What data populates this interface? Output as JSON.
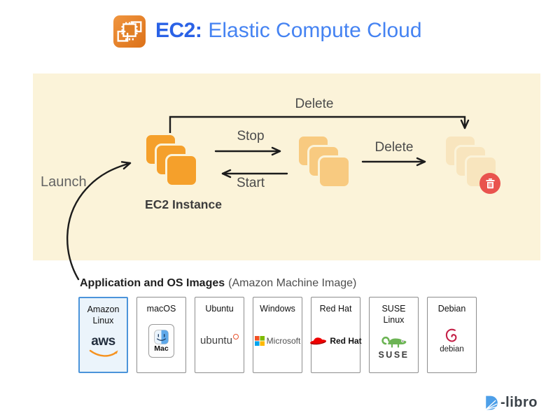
{
  "header": {
    "icon": "ec2-icon",
    "title_bold": "EC2:",
    "title_regular": "Elastic Compute Cloud"
  },
  "lifecycle": {
    "launch": "Launch",
    "stop": "Stop",
    "start": "Start",
    "delete_top": "Delete",
    "delete_middle": "Delete",
    "instance_label": "EC2 Instance",
    "states": [
      "running",
      "stopped",
      "deleted"
    ],
    "delete_badge_icon": "trash-icon"
  },
  "images_section": {
    "heading": "Application and OS Images",
    "heading_note": "(Amazon Machine Image)",
    "cards": [
      {
        "label": "Amazon Linux",
        "logo": "aws-logo",
        "logo_text": "aws",
        "selected": true
      },
      {
        "label": "macOS",
        "logo": "mac-finder-logo",
        "logo_text": "Mac",
        "selected": false
      },
      {
        "label": "Ubuntu",
        "logo": "ubuntu-circle-logo",
        "logo_text": "ubuntu",
        "selected": false
      },
      {
        "label": "Windows",
        "logo": "microsoft-logo",
        "logo_text": "Microsoft",
        "selected": false
      },
      {
        "label": "Red Hat",
        "logo": "redhat-fedora-logo",
        "logo_text": "Red Hat",
        "selected": false
      },
      {
        "label": "SUSE Linux",
        "logo": "suse-chameleon-logo",
        "logo_text": "SUSE",
        "selected": false
      },
      {
        "label": "Debian",
        "logo": "debian-swirl-logo",
        "logo_text": "debian",
        "selected": false
      }
    ]
  },
  "footer": {
    "brand": "D-libro",
    "brand_text": "-libro",
    "logo": "d-libro-logo"
  },
  "colors": {
    "title_blue_bold": "#2a62e6",
    "title_blue_regular": "#4583f2",
    "panel_bg": "#FBF3D9",
    "instance_running": "#F5A02B",
    "instance_stopped": "#F8CA80",
    "instance_deleted": "#F8E5BE",
    "delete_red": "#E9534E",
    "selected_card_border": "#4B94DA",
    "selected_card_bg": "#EBF4FB",
    "aws_smile_orange": "#F6921E",
    "ec2_icon_orange": "#DC7118",
    "arrow_black": "#1c1c1c",
    "ms_red": "#F25022",
    "ms_green": "#7FBA00",
    "ms_blue": "#00A4EF",
    "ms_yellow": "#FFB900",
    "redhat_red": "#EE0000",
    "suse_green": "#6CB454",
    "debian_red": "#C41E45",
    "brand_blue": "#4D9FE8"
  }
}
